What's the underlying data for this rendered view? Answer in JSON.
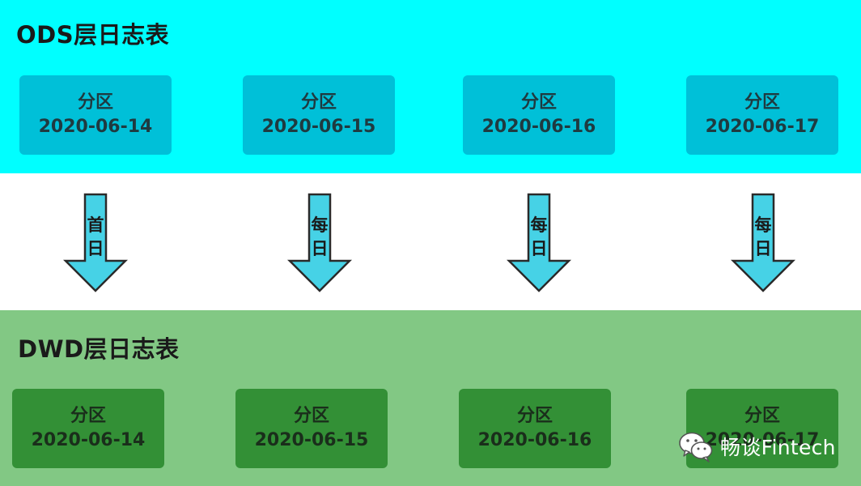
{
  "ods": {
    "title": "ODS层日志表",
    "partitions": [
      {
        "label": "分区",
        "date": "2020-06-14"
      },
      {
        "label": "分区",
        "date": "2020-06-15"
      },
      {
        "label": "分区",
        "date": "2020-06-16"
      },
      {
        "label": "分区",
        "date": "2020-06-17"
      }
    ],
    "color": "#00ffff"
  },
  "arrows": [
    {
      "char1": "首",
      "char2": "日"
    },
    {
      "char1": "每",
      "char2": "日"
    },
    {
      "char1": "每",
      "char2": "日"
    },
    {
      "char1": "每",
      "char2": "日"
    }
  ],
  "dwd": {
    "title": "DWD层日志表",
    "partitions": [
      {
        "label": "分区",
        "date": "2020-06-14"
      },
      {
        "label": "分区",
        "date": "2020-06-15"
      },
      {
        "label": "分区",
        "date": "2020-06-16"
      },
      {
        "label": "分区",
        "date": "2020-06-17"
      }
    ],
    "color": "#82c884"
  },
  "watermark": {
    "text": "畅谈Fintech",
    "icon": "wechat-icon"
  }
}
